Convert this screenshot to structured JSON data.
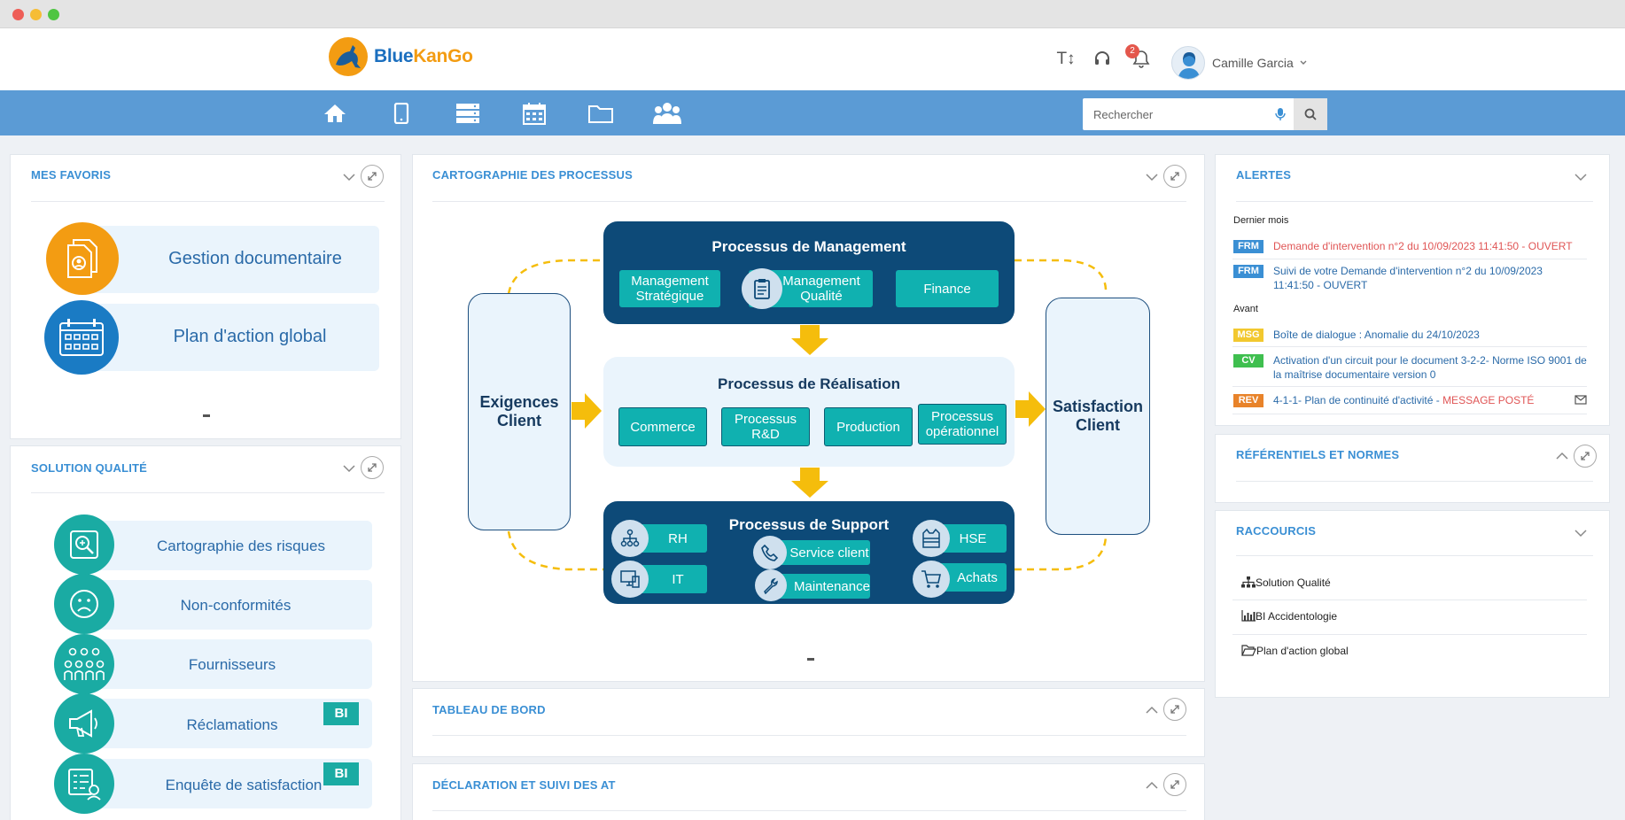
{
  "header": {
    "logo_text": "BlueKanGo",
    "user_name": "Camille Garcia",
    "notif_count": "2",
    "icons": [
      "text-size-icon",
      "headset-icon",
      "bell-icon",
      "chevron-down-icon"
    ]
  },
  "nav": {
    "icons": [
      "home-icon",
      "tablet-icon",
      "server-icon",
      "calendar-icon",
      "folder-icon",
      "users-icon"
    ],
    "search_placeholder": "Rechercher"
  },
  "favoris": {
    "title": "MES FAVORIS",
    "items": [
      {
        "label": "Gestion documentaire",
        "icon": "documents-icon",
        "color": "#f39c12"
      },
      {
        "label": "Plan d'action global",
        "icon": "calendar-checklist-icon",
        "color": "#1a7bc4"
      }
    ]
  },
  "solution": {
    "title": "SOLUTION QUALITÉ",
    "items": [
      {
        "label": "Cartographie des risques",
        "icon": "risk-map-icon",
        "bi": ""
      },
      {
        "label": "Non-conformités",
        "icon": "sad-face-icon",
        "bi": ""
      },
      {
        "label": "Fournisseurs",
        "icon": "people-group-icon",
        "bi": ""
      },
      {
        "label": "Réclamations",
        "icon": "megaphone-icon",
        "bi": "BI"
      },
      {
        "label": "Enquête de satisfaction",
        "icon": "survey-icon",
        "bi": "BI"
      }
    ]
  },
  "cartographie": {
    "title": "CARTOGRAPHIE DES PROCESSUS",
    "management": {
      "title": "Processus de Management",
      "items": [
        "Management Stratégique",
        "Management Qualité",
        "Finance"
      ]
    },
    "realisation": {
      "title": "Processus de Réalisation",
      "items": [
        "Commerce",
        "Processus R&D",
        "Production",
        "Processus opérationnel"
      ]
    },
    "support": {
      "title": "Processus de Support",
      "items": [
        "RH",
        "IT",
        "Service client",
        "Maintenance",
        "HSE",
        "Achats"
      ]
    },
    "left": "Exigences Client",
    "right": "Satisfaction Client",
    "colors": {
      "dark_blue": "#0d4a78",
      "teal": "#10b1b0",
      "arrow": "#f5bd0c",
      "light": "#eaf4fc"
    }
  },
  "tableau": {
    "title": "TABLEAU DE BORD"
  },
  "declaration": {
    "title": "DÉCLARATION ET SUIVI DES AT"
  },
  "alertes": {
    "title": "ALERTES",
    "section1": "Dernier mois",
    "section2": "Avant",
    "items": [
      {
        "tag": "FRM",
        "tag_color": "#3a8fd4",
        "text": "Demande d'intervention n°2 du 10/09/2023 11:41:50 - OUVERT",
        "color": "#e05555"
      },
      {
        "tag": "FRM",
        "tag_color": "#3a8fd4",
        "text": "Suivi de votre Demande d'intervention n°2 du 10/09/2023 11:41:50 - OUVERT",
        "color": "#2a6aa8"
      },
      {
        "tag": "MSG",
        "tag_color": "#f2c82f",
        "text": "Boîte de dialogue : Anomalie du 24/10/2023",
        "color": "#2a6aa8"
      },
      {
        "tag": "CV",
        "tag_color": "#3fbf4f",
        "text": "Activation d'un circuit pour le document 3-2-2- Norme ISO 9001 de la maîtrise documentaire version 0",
        "color": "#2a6aa8"
      },
      {
        "tag": "REV",
        "tag_color": "#e8832a",
        "text": "4-1-1- Plan de continuité d'activité - ",
        "highlight": "MESSAGE POSTÉ",
        "color": "#2a6aa8"
      }
    ]
  },
  "referentiels": {
    "title": "RÉFÉRENTIELS ET NORMES"
  },
  "raccourcis": {
    "title": "RACCOURCIS",
    "items": [
      {
        "label": "Solution Qualité",
        "icon": "sitemap-icon"
      },
      {
        "label": "BI Accidentologie",
        "icon": "bar-chart-icon"
      },
      {
        "label": "Plan d'action global",
        "icon": "folder-open-icon"
      }
    ]
  }
}
